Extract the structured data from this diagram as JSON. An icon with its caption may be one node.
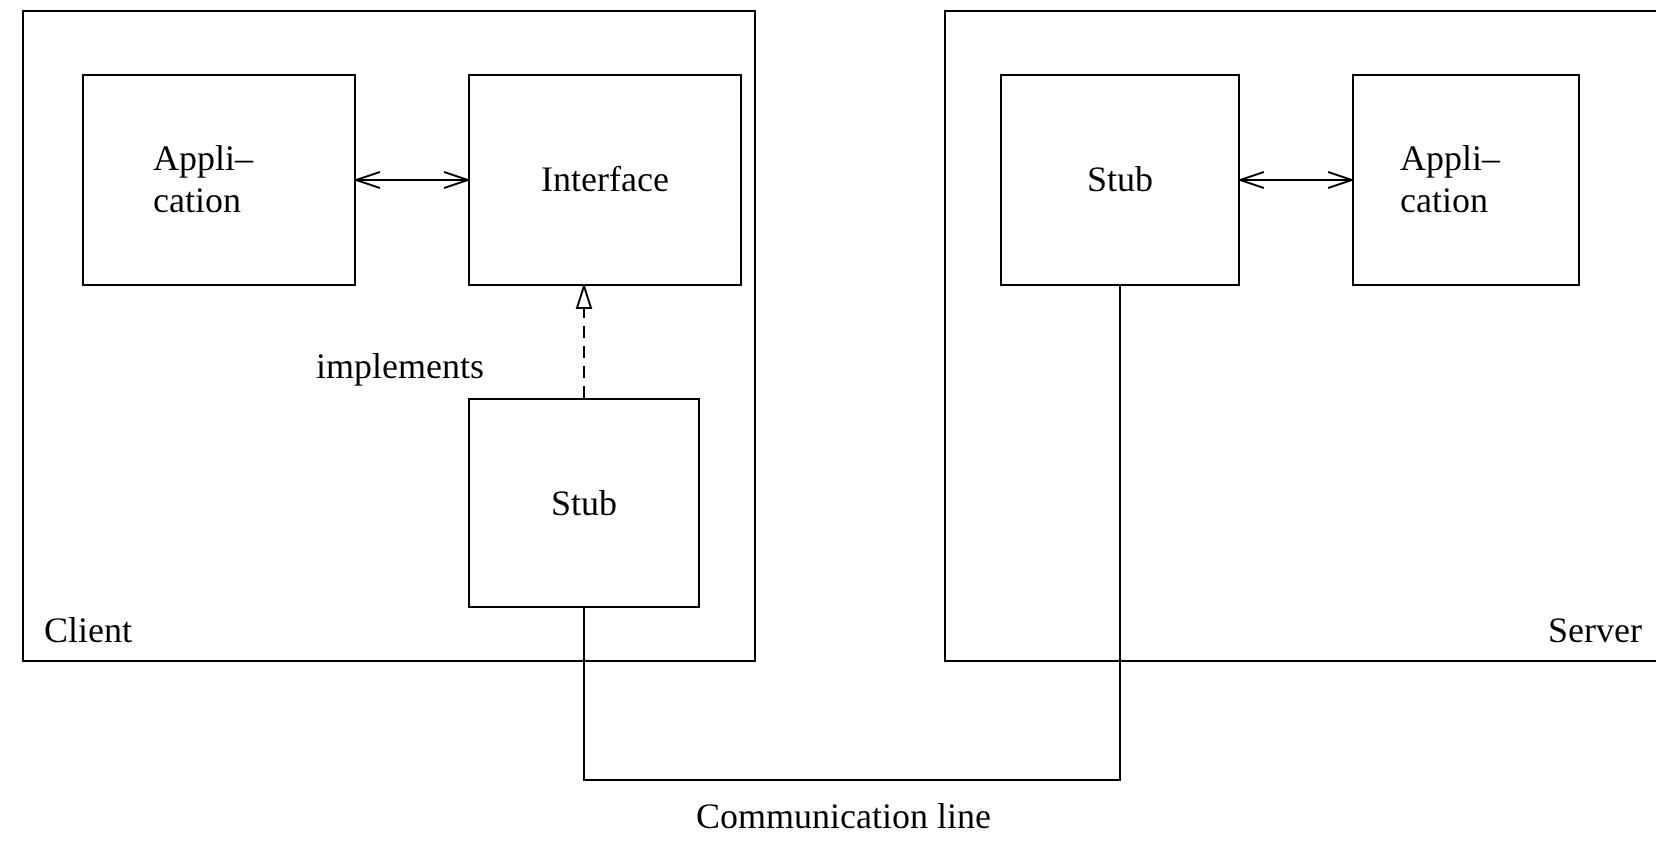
{
  "diagram": {
    "nodes": [
      {
        "text": [
          "Client"
        ]
      },
      {
        "text": [
          "Appli– cation"
        ],
        "in": 0
      },
      {
        "text": [
          "Interface"
        ],
        "in": 0
      },
      {
        "text": [
          "Stub"
        ],
        "in": 0
      },
      {
        "text": [
          "Server"
        ]
      },
      {
        "text": [
          "Stub"
        ],
        "in": 4
      },
      {
        "text": [
          "Appli– cation"
        ],
        "in": 4
      }
    ],
    "edges": [
      {
        "from": 1,
        "to": 2,
        "arrow": "both"
      },
      {
        "from": 3,
        "to": 2,
        "arrow": "to",
        "label": "implements",
        "style": "dashed"
      },
      {
        "from": 3,
        "to": 5,
        "arrow": "none",
        "label": "Communication line"
      },
      {
        "from": 5,
        "to": 6,
        "arrow": "both"
      }
    ]
  }
}
